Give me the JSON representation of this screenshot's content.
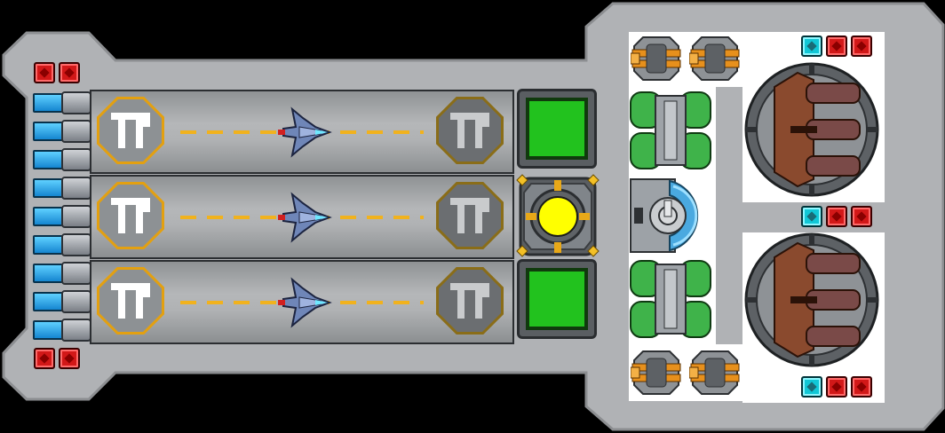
{
  "scene": {
    "colors": {
      "hull": "#b0b2b5",
      "hull_edge": "#8c8e91",
      "background": "#000000",
      "active_pad": "#e3a010",
      "idle_pad": "#8a6d18",
      "lane_stripe": "#f1b21d",
      "green_panel": "#22c21e",
      "reactor_core": "#ffff00",
      "node_red": "#d21818",
      "node_cyan": "#11c7d6",
      "thruster_blue": "#1586d0",
      "tank_green": "#3fb34a",
      "turret_brown": "#8a4a2e"
    },
    "modules": {
      "side_thrusters": {
        "count": 9,
        "icon": "blue-thruster-icon"
      },
      "hangar_bays": [
        {
          "launch_pad": "active",
          "landing_pad": "idle",
          "ship_icon": "fighter-ship-icon"
        },
        {
          "launch_pad": "active",
          "landing_pad": "idle",
          "ship_icon": "fighter-ship-icon"
        },
        {
          "launch_pad": "active",
          "landing_pad": "idle",
          "ship_icon": "fighter-ship-icon"
        }
      ],
      "center": [
        "green-panel-icon",
        "reactor-core-icon",
        "green-panel-icon"
      ],
      "engines": {
        "count": 4,
        "icon": "orange-engine-icon"
      },
      "fuel_tanks": {
        "count": 2,
        "icon": "green-tank-icon"
      },
      "shield_generator": {
        "icon": "shield-generator-icon"
      },
      "turrets": {
        "count": 2,
        "icon": "triple-cannon-turret-icon"
      },
      "connector_nodes": {
        "red_icon": "red-node-icon",
        "cyan_icon": "cyan-node-icon"
      }
    }
  }
}
